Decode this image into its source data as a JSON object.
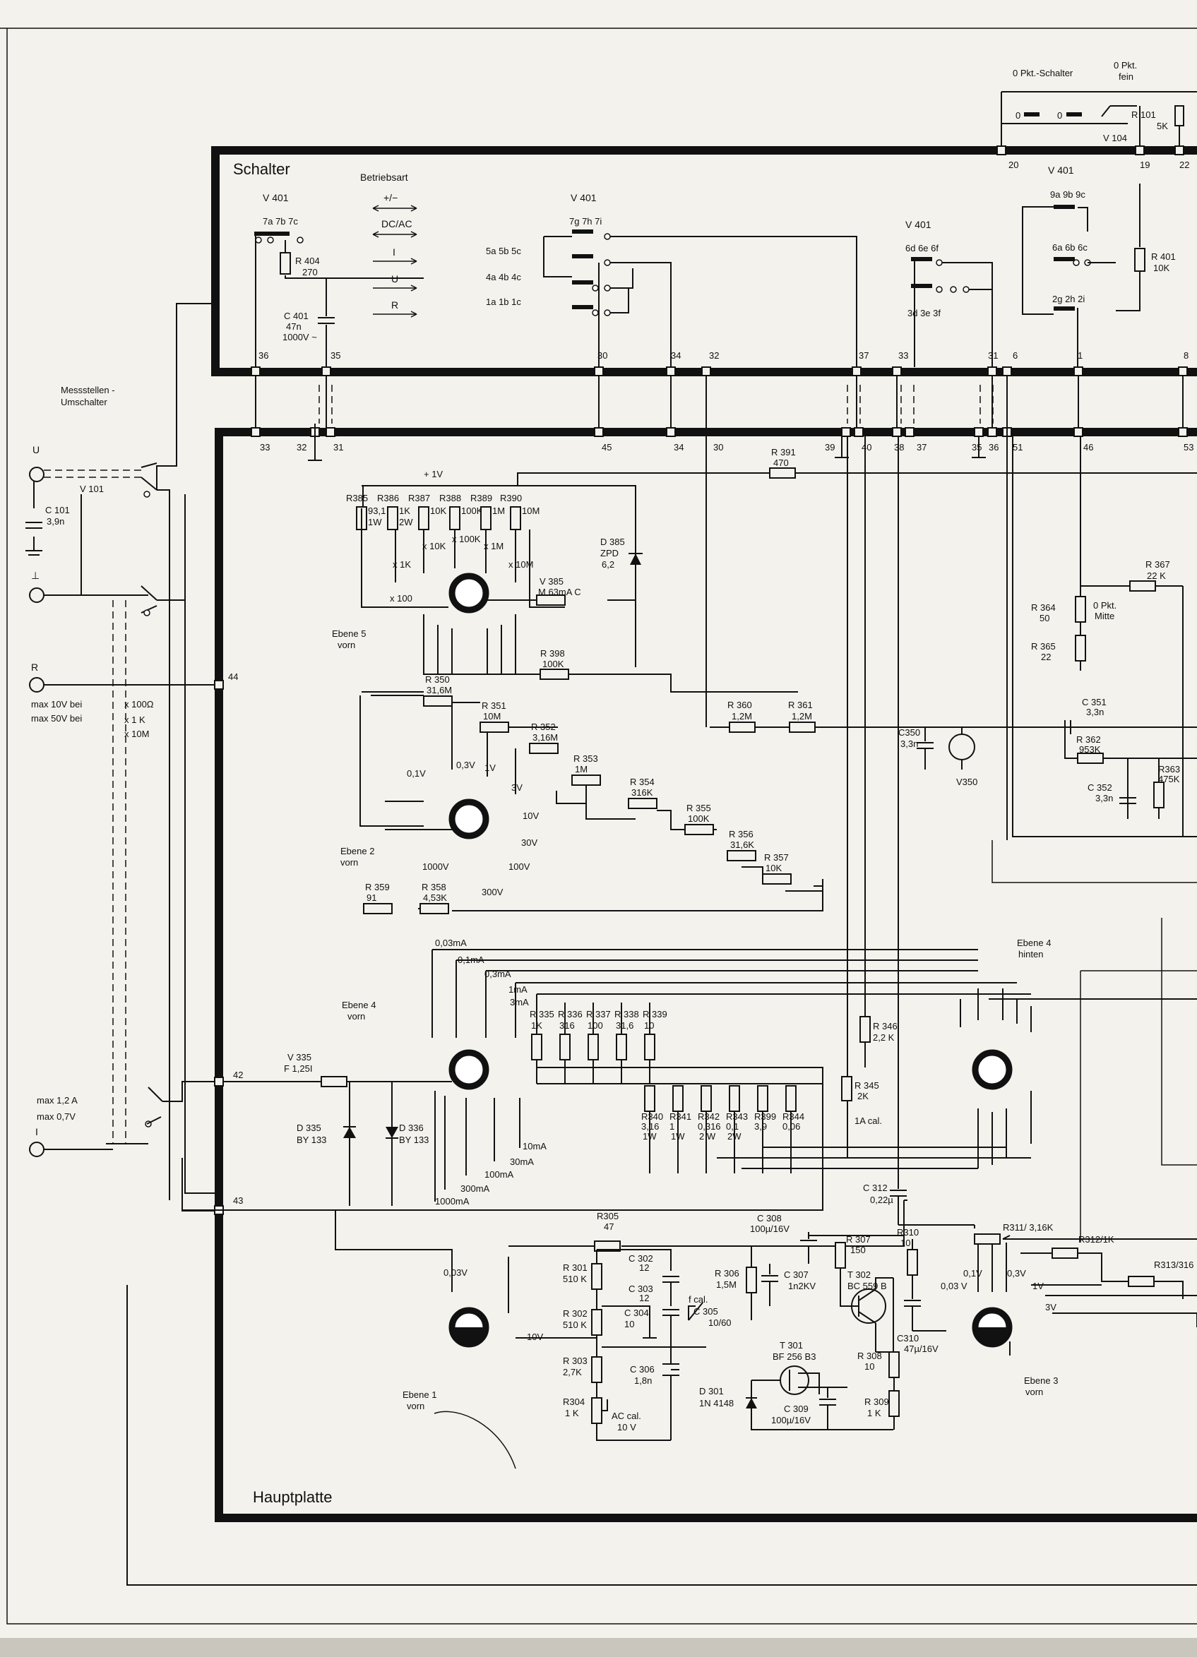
{
  "panels": {
    "schalter": "Schalter",
    "hauptplatte": "Hauptplatte"
  },
  "betriebsart": {
    "title": "Betriebsart",
    "modes": [
      "+/−",
      "DC/AC",
      "I",
      "U",
      "R"
    ]
  },
  "zero_switch": {
    "left": "0 Pkt.-Schalter",
    "right_line1": "0 Pkt.",
    "right_line2": "fein",
    "pos_a": "0",
    "pos_b": "0",
    "v104": "V 104",
    "r101": "R 101",
    "r101_val": "5K"
  },
  "top_pins": [
    "20",
    "19",
    "22"
  ],
  "v401_labels": {
    "a": "V 401",
    "b": "V 401",
    "c": "V 401",
    "d": "V 401"
  },
  "contacts": {
    "g7abc": "7a 7b 7c",
    "g7ghi": "7g 7h 7i",
    "g5": "5a 5b 5c",
    "g4": "4a 4b 4c",
    "g1": "1a 1b 1c",
    "g6def": "6d 6e 6f",
    "g3def": "3d 3e 3f",
    "g9": "9a 9b 9c",
    "g6abc": "6a 6b 6c",
    "g2": "2g 2h 2i"
  },
  "schalter_parts": {
    "r404": "R 404",
    "r404_val": "270",
    "c401": "C 401",
    "c401_val1": "47n",
    "c401_val2": "1000V ~",
    "r401": "R 401",
    "r401_val": "10K"
  },
  "schalter_pins": [
    "36",
    "35",
    "30",
    "34",
    "32",
    "37",
    "33",
    "31",
    "6",
    "1",
    "8"
  ],
  "haupt_pins": [
    "33",
    "32",
    "31",
    "45",
    "34",
    "30",
    "39",
    "40",
    "38",
    "37",
    "35",
    "36",
    "51",
    "46",
    "53"
  ],
  "messstellen": {
    "line1": "Messstellen -",
    "line2": "Umschalter"
  },
  "inputs": {
    "u": "U",
    "ground": "⊥",
    "r": "R",
    "i": "I",
    "v101": "V 101",
    "c101": "C 101",
    "c101_val": "3,9n",
    "u_max1": "max 10V bei",
    "u_max2": "max 50V bei",
    "r_range1": "x 100Ω",
    "r_range2": "x 1 K",
    "r_range3": "x 10M",
    "i_max1": "max  1,2 A",
    "i_max2": "max  0,7V",
    "pin44": "44",
    "pin42": "42",
    "pin43": "43"
  },
  "ebene5": {
    "label1": "Ebene 5",
    "label2": "vorn",
    "supply": "+ 1V",
    "resistors": [
      {
        "name": "R385",
        "val": "93,1",
        "val2": "1W"
      },
      {
        "name": "R386",
        "val": "1K",
        "val2": "2W"
      },
      {
        "name": "R387",
        "val": "10K",
        "val2": ""
      },
      {
        "name": "R388",
        "val": "100K",
        "val2": ""
      },
      {
        "name": "R389",
        "val": "1M",
        "val2": ""
      },
      {
        "name": "R390",
        "val": "10M",
        "val2": ""
      }
    ],
    "ranges": [
      "x 100",
      "x 1K",
      "x 10K",
      "x 100K",
      "x 1M",
      "x 10M"
    ],
    "d385": "D 385",
    "d385_val1": "ZPD",
    "d385_val2": "6,2",
    "v385": "V 385",
    "v385_val": "M 63mA C",
    "r398": "R 398",
    "r398_val": "100K",
    "r391": "R 391",
    "r391_val": "470"
  },
  "ebene2": {
    "label1": "Ebene 2",
    "label2": "vorn",
    "ranges": [
      "0,1V",
      "0,3V",
      "1V",
      "3V",
      "10V",
      "30V",
      "100V",
      "300V",
      "1000V"
    ],
    "resistors": [
      {
        "name": "R 350",
        "val": "31,6M"
      },
      {
        "name": "R 351",
        "val": "10M"
      },
      {
        "name": "R 352",
        "val": "3,16M"
      },
      {
        "name": "R 353",
        "val": "1M"
      },
      {
        "name": "R 354",
        "val": "316K"
      },
      {
        "name": "R 355",
        "val": "100K"
      },
      {
        "name": "R 356",
        "val": "31,6K"
      },
      {
        "name": "R 357",
        "val": "10K"
      },
      {
        "name": "R 358",
        "val": "4,53K"
      },
      {
        "name": "R 359",
        "val": "91"
      }
    ]
  },
  "ebene4": {
    "label1": "Ebene 4",
    "label2": "vorn",
    "hinten1": "Ebene 4",
    "hinten2": "hinten",
    "ranges_top": [
      "0,03mA",
      "0,1mA",
      "0,3mA",
      "1mA",
      "3mA"
    ],
    "ranges_bottom": [
      "10mA",
      "30mA",
      "100mA",
      "300mA",
      "1000mA"
    ],
    "shunts_top": [
      {
        "name": "R 335",
        "val": "1K"
      },
      {
        "name": "R 336",
        "val": "316"
      },
      {
        "name": "R 337",
        "val": "100"
      },
      {
        "name": "R 338",
        "val": "31,6"
      },
      {
        "name": "R 339",
        "val": "10"
      }
    ],
    "shunts_bottom": [
      {
        "name": "R340",
        "val": "3,16",
        "val2": "1W"
      },
      {
        "name": "R341",
        "val": "1",
        "val2": "1W"
      },
      {
        "name": "R342",
        "val": "0,316",
        "val2": "2 W"
      },
      {
        "name": "R343",
        "val": "0,1",
        "val2": "2W"
      },
      {
        "name": "R399",
        "val": "3,9",
        "val2": ""
      },
      {
        "name": "R344",
        "val": "0,06",
        "val2": ""
      }
    ],
    "v335": "V 335",
    "v335_val": "F 1,25I",
    "d335": "D 335",
    "d335_val": "BY 133",
    "d336": "D 336",
    "d336_val": "BY 133",
    "r345": "R 345",
    "r345_val": "2K",
    "r345_cal": "1A cal.",
    "r346": "R 346",
    "r346_val": "2,2 K"
  },
  "mid": {
    "r360": "R 360",
    "r360_val": "1,2M",
    "r361": "R 361",
    "r361_val": "1,2M",
    "c350": "C350",
    "c350_val": "3,3n",
    "v350": "V350",
    "c351": "C 351",
    "c351_val": "3,3n",
    "r362": "R 362",
    "r362_val": "953K",
    "c352": "C 352",
    "c352_val": "3,3n",
    "r363": "R363",
    "r363_val": "475K",
    "r364": "R 364",
    "r364_val": "50",
    "r364_note1": "0 Pkt.",
    "r364_note2": "Mitte",
    "r365": "R 365",
    "r365_val": "22",
    "r367": "R 367",
    "r367_val": "22 K"
  },
  "ebene1": {
    "label1": "Ebene 1",
    "label2": "vorn",
    "r003": "0,03V",
    "r10": "10V",
    "r305": "R305",
    "r305_val": "47",
    "r301": "R 301",
    "r301_val": "510 K",
    "r302": "R 302",
    "r302_val": "510 K",
    "r303": "R 303",
    "r303_val": "2,7K",
    "r304": "R304",
    "r304_val": "1 K",
    "c302": "C 302",
    "c302_val": "12",
    "c303": "C 303",
    "c303_val": "12",
    "c304": "C 304",
    "c304_val": "10",
    "c305": "C 305",
    "c305_val": "10/60",
    "c305_note": "f cal.",
    "c306": "C 306",
    "c306_val": "1,8n",
    "ac_cal1": "AC cal.",
    "ac_cal2": "10 V"
  },
  "amp": {
    "r306": "R 306",
    "r306_val": "1,5M",
    "c307": "C 307",
    "c307_val": "1n2KV",
    "c308": "C 308",
    "c308_val": "100µ/16V",
    "t301": "T 301",
    "t301_val": "BF 256 B3",
    "d301": "D 301",
    "d301_val": "1N 4148",
    "c309": "C 309",
    "c309_val": "100µ/16V",
    "r307": "R 307",
    "r307_val": "150",
    "t302": "T 302",
    "t302_val": "BC 559 B",
    "r308": "R 308",
    "r308_val": "10",
    "r309": "R 309",
    "r309_val": "1 K",
    "r310": "R310",
    "r310_val": "10",
    "c310": "C310",
    "c310_val": "47µ/16V",
    "c312": "C 312",
    "c312_val": "0,22µ"
  },
  "ebene3": {
    "label1": "Ebene 3",
    "label2": "vorn",
    "ranges": [
      "0,03 V",
      "0,1V",
      "0,3V",
      "1V",
      "3V"
    ],
    "r311": "R311/ 3,16K",
    "r312": "R312/1K",
    "r313": "R313/316"
  }
}
